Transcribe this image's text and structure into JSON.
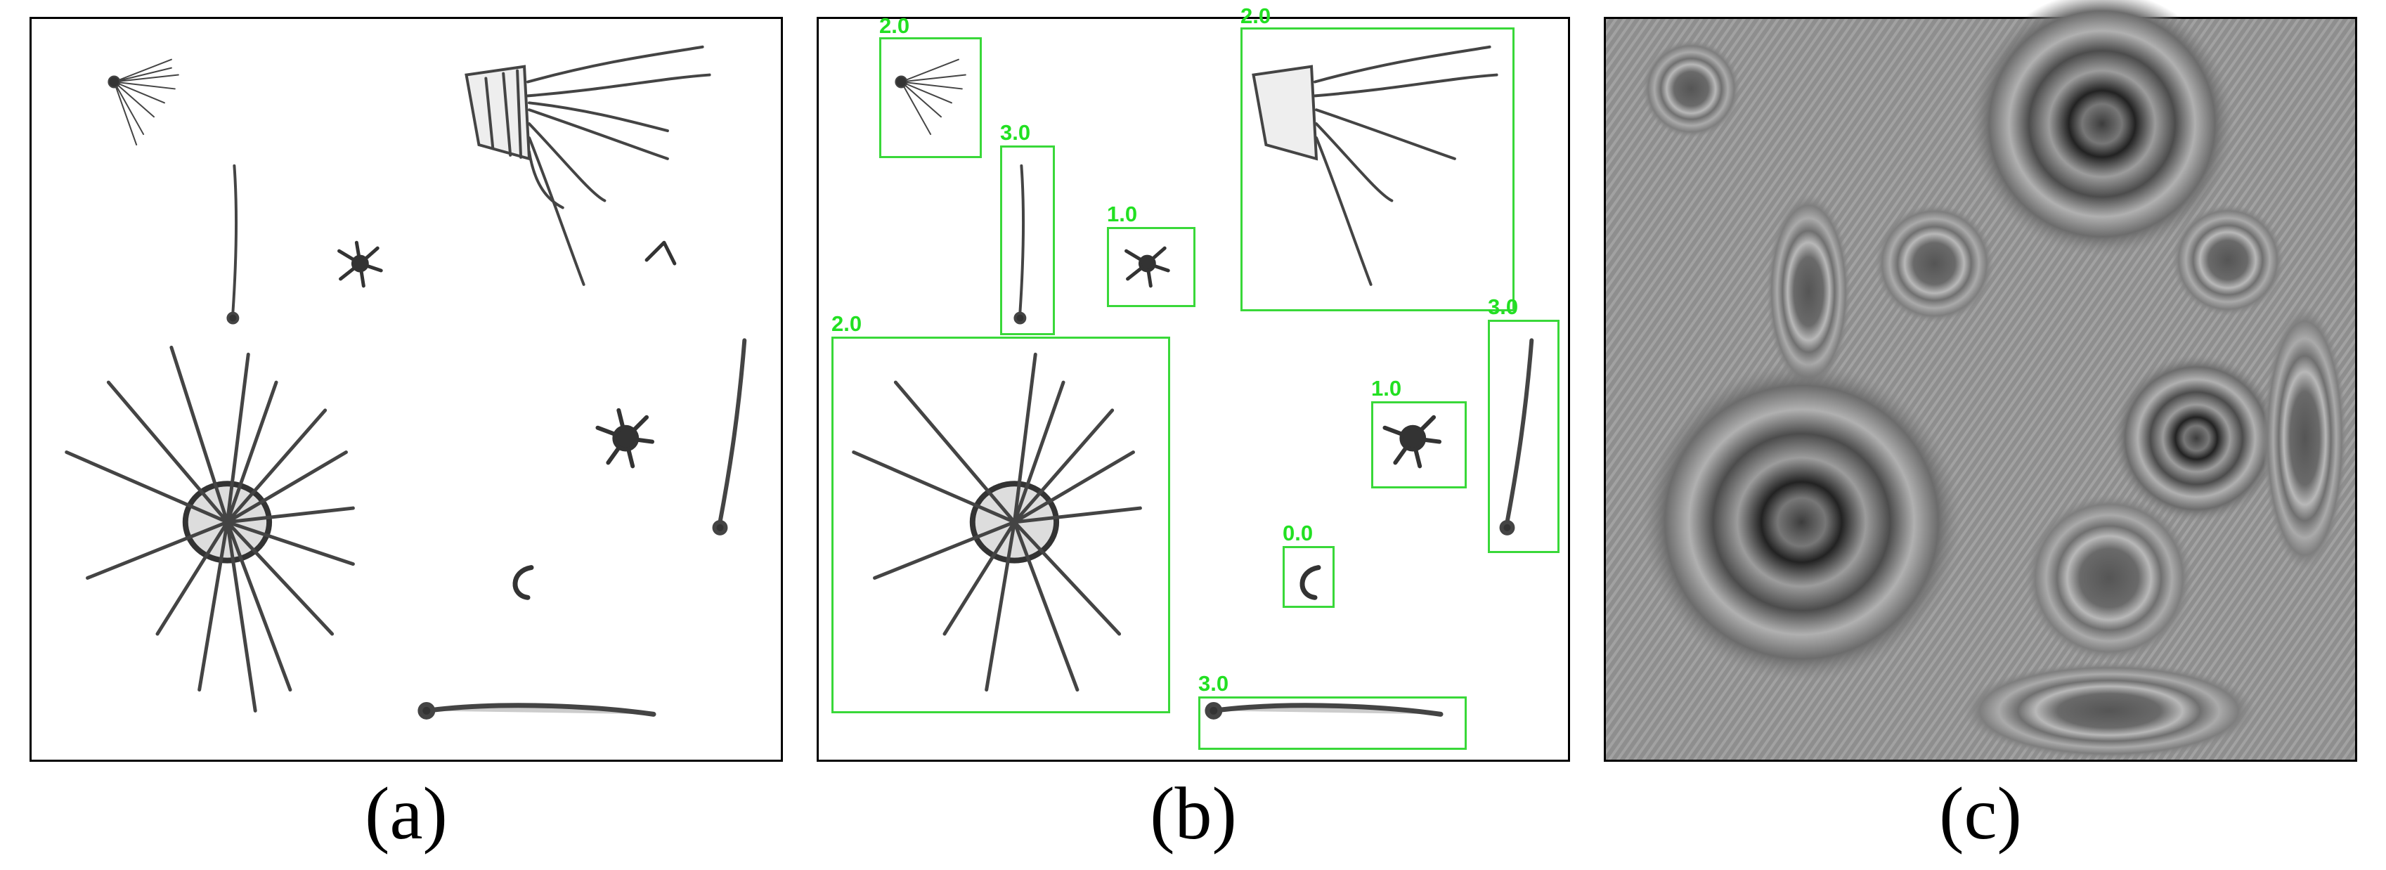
{
  "captions": {
    "a": "(a)",
    "b": "(b)",
    "c": "(c)"
  },
  "detection_labels": [
    "2.0",
    "2.0",
    "3.0",
    "1.0",
    "2.0",
    "3.0",
    "1.0",
    "0.0",
    "3.0"
  ],
  "colors": {
    "box": "#39d839",
    "label": "#22e022",
    "hologram_bg": "#8e8e8e"
  }
}
